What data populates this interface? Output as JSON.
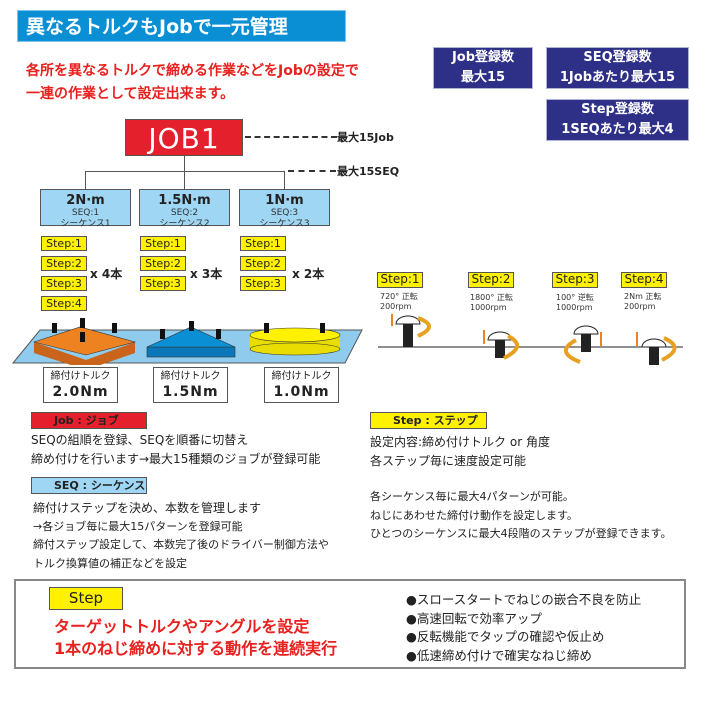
{
  "title": "異なるトルクもJobで一元管理",
  "intro": [
    "各所を異なるトルクで締める作業などをJobの設定で",
    "一連の作業として設定出来ます。"
  ],
  "info_boxes": [
    {
      "line1": "Job登録数",
      "line2": "最大15"
    },
    {
      "line1": "SEQ登録数",
      "line2": "1Jobあたり最大15"
    },
    {
      "line1": "Step登録数",
      "line2": "1SEQあたり最大4"
    }
  ],
  "job": {
    "label": "JOB1",
    "max_job": "最大15Job",
    "max_seq": "最大15SEQ"
  },
  "sequences": [
    {
      "torque": "2N·m",
      "seq": "SEQ:1",
      "name": "シーケンス1",
      "steps": [
        "Step:1",
        "Step:2",
        "Step:3",
        "Step:4"
      ],
      "count": "x 4本",
      "torque_label": "締付けトルク",
      "torque_value": "2.0Nm",
      "color": "#ef8220"
    },
    {
      "torque": "1.5N·m",
      "seq": "SEQ:2",
      "name": "シーケンス2",
      "steps": [
        "Step:1",
        "Step:2",
        "Step:3"
      ],
      "count": "x 3本",
      "torque_label": "締付けトルク",
      "torque_value": "1.5Nm",
      "color": "#0a8fd4"
    },
    {
      "torque": "1N·m",
      "seq": "SEQ:3",
      "name": "シーケンス3",
      "steps": [
        "Step:1",
        "Step:2",
        "Step:3"
      ],
      "count": "x 2本",
      "torque_label": "締付けトルク",
      "torque_value": "1.0Nm",
      "color": "#fff100"
    }
  ],
  "step_flow": [
    {
      "label": "Step:1",
      "line1": "720° 正転",
      "line2": "200rpm"
    },
    {
      "label": "Step:2",
      "line1": "1800° 正転",
      "line2": "1000rpm"
    },
    {
      "label": "Step:3",
      "line1": "100° 逆転",
      "line2": "1000rpm"
    },
    {
      "label": "Step:4",
      "line1": "2Nm 正転",
      "line2": "200rpm"
    }
  ],
  "job_section": {
    "label": "Job : ジョブ",
    "lines": [
      "SEQの組順を登録、SEQを順番に切替え",
      "締め付けを行います→最大15種類のジョブが登録可能"
    ]
  },
  "seq_section": {
    "label": "SEQ : シーケンス",
    "lines": [
      "締付けステップを決め、本数を管理します",
      "→各ジョブ毎に最大15パターンを登録可能",
      "締付ステップ設定して、本数完了後のドライバー制御方法や",
      "トルク換算値の補正などを設定"
    ]
  },
  "step_section": {
    "label": "Step : ステップ",
    "lines": [
      "設定内容:締め付けトルク or 角度",
      "各ステップ毎に速度設定可能"
    ],
    "para": [
      "各シーケンス毎に最大4パターンが可能。",
      "ねじにあわせた締付け動作を設定します。",
      "ひとつのシーケンスに最大4段階のステップが登録できます。"
    ]
  },
  "bottom": {
    "label": "Step",
    "red": [
      "ターゲットトルクやアングルを設定",
      "1本のねじ締めに対する動作を連続実行"
    ],
    "bullets": [
      "●スロースタートでねじの嵌合不良を防止",
      "●高速回転で効率アップ",
      "●反転機能でタップの確認や仮止め",
      "●低速締め付けで確実なねじ締め"
    ]
  }
}
